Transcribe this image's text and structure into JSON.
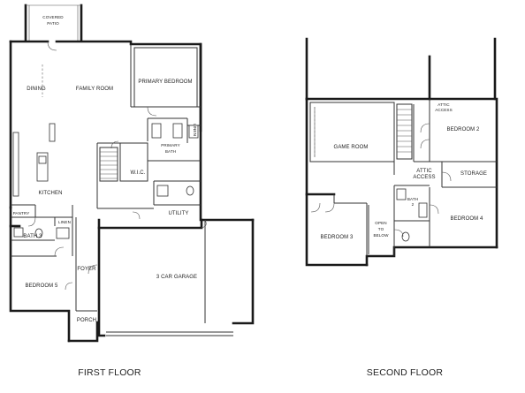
{
  "floors": [
    {
      "caption": "FIRST FLOOR",
      "rooms": [
        {
          "id": "covered-patio",
          "lines": [
            "COVERED",
            "PATIO"
          ]
        },
        {
          "id": "dining",
          "lines": [
            "DINING"
          ]
        },
        {
          "id": "family-room",
          "lines": [
            "FAMILY ROOM"
          ]
        },
        {
          "id": "primary-bedroom",
          "lines": [
            "PRIMARY BEDROOM"
          ]
        },
        {
          "id": "linen-1",
          "lines": [
            "LINEN"
          ]
        },
        {
          "id": "primary-bath",
          "lines": [
            "PRIMARY",
            "BATH"
          ]
        },
        {
          "id": "wic",
          "lines": [
            "W.I.C."
          ]
        },
        {
          "id": "kitchen",
          "lines": [
            "KITCHEN"
          ]
        },
        {
          "id": "utility",
          "lines": [
            "UTILITY"
          ]
        },
        {
          "id": "pantry",
          "lines": [
            "PANTRY"
          ]
        },
        {
          "id": "linen-2",
          "lines": [
            "LINEN"
          ]
        },
        {
          "id": "bath-3",
          "lines": [
            "BATH 3"
          ]
        },
        {
          "id": "bedroom-5",
          "lines": [
            "BEDROOM 5"
          ]
        },
        {
          "id": "foyer",
          "lines": [
            "FOYER"
          ]
        },
        {
          "id": "porch",
          "lines": [
            "PORCH"
          ]
        },
        {
          "id": "garage",
          "lines": [
            "3 CAR GARAGE"
          ]
        }
      ]
    },
    {
      "caption": "SECOND FLOOR",
      "rooms": [
        {
          "id": "attic-access-1",
          "lines": [
            "ATTIC",
            "ACCESS"
          ]
        },
        {
          "id": "game-room",
          "lines": [
            "GAME ROOM"
          ]
        },
        {
          "id": "bedroom-2",
          "lines": [
            "BEDROOM 2"
          ]
        },
        {
          "id": "attic-access-2",
          "lines": [
            "ATTIC",
            "ACCESS"
          ]
        },
        {
          "id": "storage",
          "lines": [
            "STORAGE"
          ]
        },
        {
          "id": "bath-2",
          "lines": [
            "BATH",
            "2"
          ]
        },
        {
          "id": "bedroom-4",
          "lines": [
            "BEDROOM 4"
          ]
        },
        {
          "id": "open-to-below",
          "lines": [
            "OPEN",
            "TO",
            "BELOW"
          ]
        },
        {
          "id": "bedroom-3",
          "lines": [
            "BEDROOM 3"
          ]
        }
      ]
    }
  ]
}
